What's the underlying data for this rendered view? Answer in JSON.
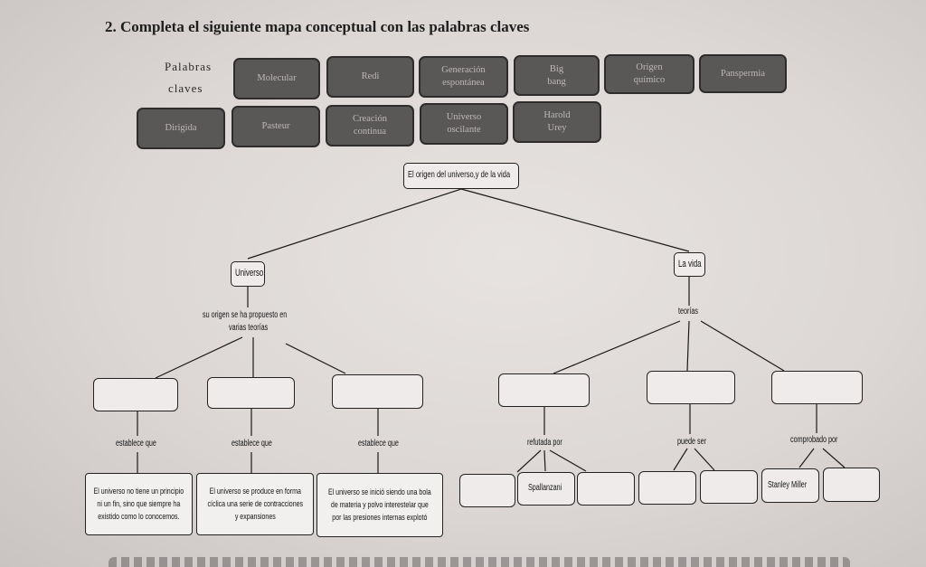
{
  "title": "2. Completa el siguiente mapa conceptual con las palabras claves",
  "keywords_label": [
    "Palabras",
    "claves"
  ],
  "keywords": [
    [
      "Molecular"
    ],
    [
      "Redi"
    ],
    [
      "Generación",
      "espontánea"
    ],
    [
      "Big",
      "bang"
    ],
    [
      "Origen",
      "químico"
    ],
    [
      "Panspermia"
    ],
    [
      "Dirigida"
    ],
    [
      "Pasteur"
    ],
    [
      "Creación",
      "continua"
    ],
    [
      "Universo",
      "oscilante"
    ],
    [
      "Harold",
      "Urey"
    ]
  ],
  "map": {
    "root": "El origen del universo,y de la vida",
    "universo": "Universo",
    "universo_link": [
      "su origen se ha propuesto en",
      "varias teorías"
    ],
    "vida": "La vida",
    "vida_link": "teorías",
    "universo_branches": [
      {
        "link": "establece que",
        "definition": [
          "El universo no tiene un principio",
          "ni un fin, sino que siempre ha",
          "existido como lo conocemos."
        ]
      },
      {
        "link": "establece que",
        "definition": [
          "El universo se produce en forma",
          "cíclica una serie de contracciones",
          "y expansiones"
        ]
      },
      {
        "link": "establece que",
        "definition": [
          "El universo se inició siendo una bola",
          "de materia y polvo interestelar que",
          "por las presiones internas explotó"
        ]
      }
    ],
    "vida_branches": [
      {
        "link": "refutada por",
        "answers": [
          "",
          "Spallanzani",
          ""
        ]
      },
      {
        "link": "puede ser",
        "answers": [
          "",
          ""
        ]
      },
      {
        "link": "comprobado por",
        "answers": [
          "Stanley Miller",
          ""
        ]
      }
    ]
  }
}
